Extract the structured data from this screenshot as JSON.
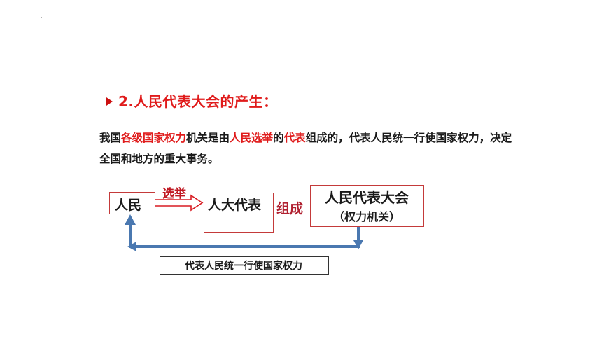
{
  "heading": "2.人民代表大会的产生：",
  "paragraph": [
    {
      "text": "我国",
      "hl": false
    },
    {
      "text": "各级国家权力",
      "hl": true
    },
    {
      "text": "机关是由",
      "hl": false
    },
    {
      "text": "人民选举",
      "hl": true
    },
    {
      "text": "的",
      "hl": false
    },
    {
      "text": "代表",
      "hl": true
    },
    {
      "text": "组成的，代表人民统一行使国家权力，决定全国和地方的重大事务。",
      "hl": false
    }
  ],
  "diagram": {
    "people": "人民",
    "deputies": "人大代表",
    "congress_title": "人民代表大会",
    "congress_sub": "（权力机关）",
    "elect_label": "选举",
    "compose_label": "组成",
    "bottom_label": "代表人民统一行使国家权力"
  },
  "colors": {
    "heading": "#e01b1b",
    "highlight": "#e01b1b",
    "box_border": "#c43a3a",
    "elect_arrow": "#d81c22",
    "return_arrow": "#4a78b0"
  }
}
